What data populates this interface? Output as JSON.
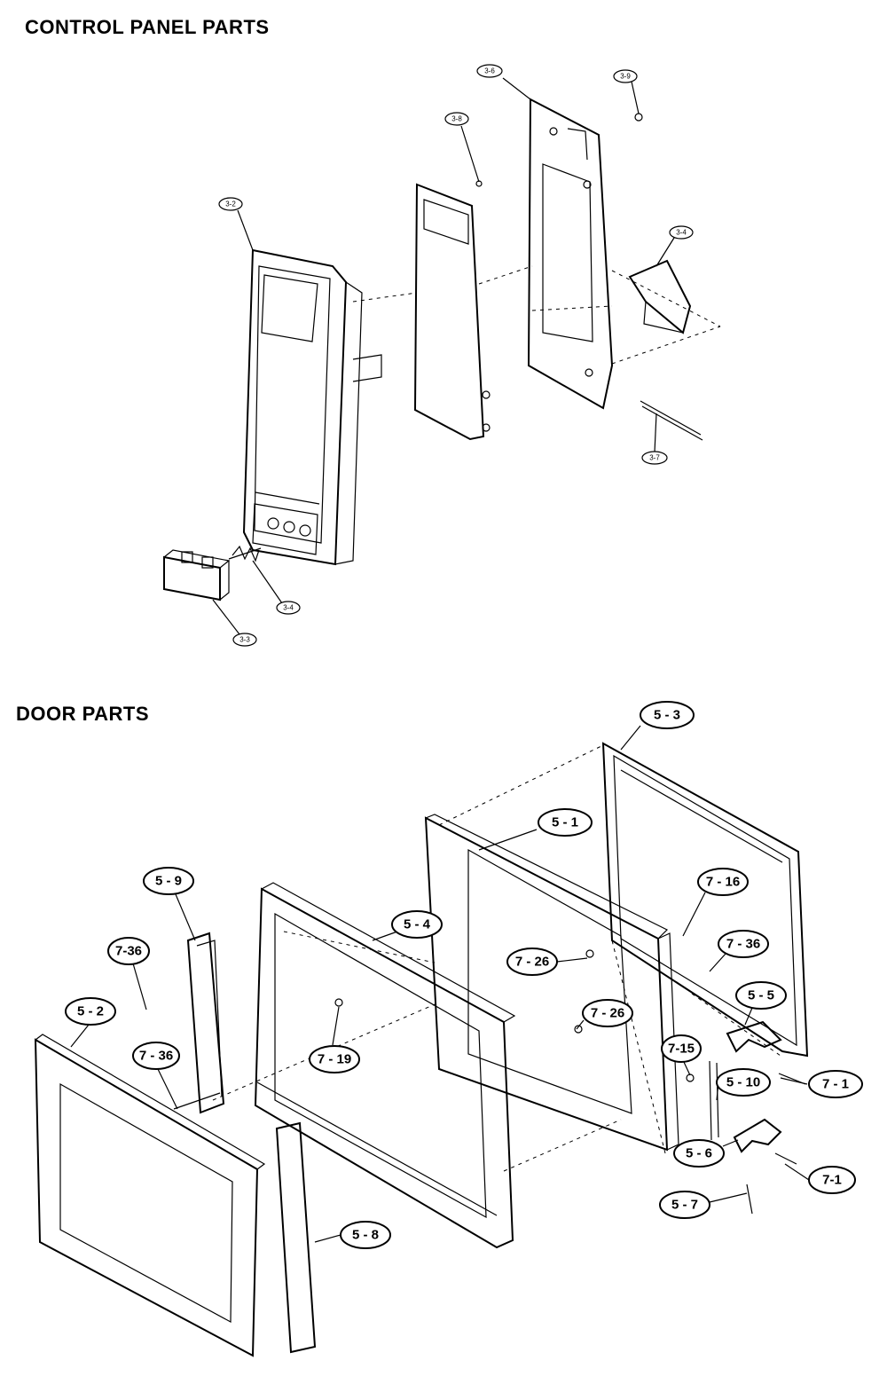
{
  "sections": {
    "control_panel_title": "CONTROL PANEL PARTS",
    "door_title": "DOOR PARTS"
  },
  "control_panel_callouts": {
    "top_bracket": "3-6",
    "top_screw": "3-9",
    "circuit_screw": "3-8",
    "front_panel": "3-2",
    "side_bracket": "3-4",
    "rod": "3-7",
    "spring": "3-4",
    "push_button": "3-3"
  },
  "door_callouts": {
    "c53": "5 - 3",
    "c51": "5 - 1",
    "c716": "7 - 16",
    "c59": "5 - 9",
    "c54": "5 - 4",
    "c736a": "7-36",
    "c736b": "7 - 36",
    "c726a": "7 - 26",
    "c726b": "7 - 26",
    "c55": "5 - 5",
    "c52": "5 - 2",
    "c736c": "7 - 36",
    "c719": "7 - 19",
    "c715": "7-15",
    "c510": "5 - 10",
    "c71": "7 - 1",
    "c56": "5 - 6",
    "c71b": "7-1",
    "c57": "5 - 7",
    "c58": "5 - 8"
  }
}
